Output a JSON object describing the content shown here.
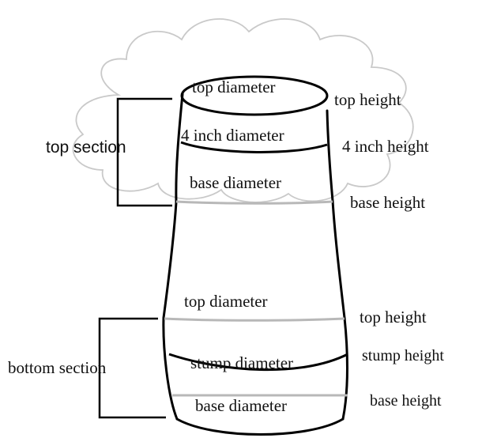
{
  "labels": {
    "top_section": "top section",
    "bottom_section": "bottom section",
    "upper_top_diameter": "top diameter",
    "upper_top_height": "top height",
    "four_inch_diameter": "4 inch diameter",
    "four_inch_height": "4 inch height",
    "upper_base_diameter": "base diameter",
    "upper_base_height": "base height",
    "lower_top_diameter": "top diameter",
    "lower_top_height": "top height",
    "stump_diameter": "stump diameter",
    "stump_height": "stump height",
    "lower_base_diameter": "base diameter",
    "lower_base_height": "base height"
  }
}
